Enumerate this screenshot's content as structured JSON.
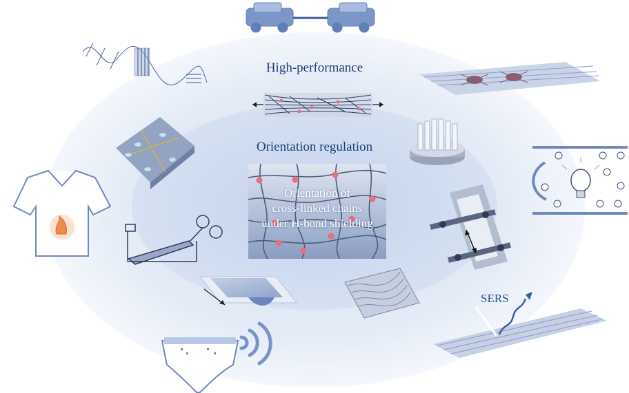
{
  "outer_ring": {
    "title": "High-performance"
  },
  "inner_ring": {
    "title": "Orientation regulation"
  },
  "center": {
    "lines": [
      "Orientation of",
      "cross-linked chains",
      "under H-bond shielding"
    ]
  },
  "icons": {
    "sers": {
      "label": "SERS"
    }
  },
  "colors": {
    "text": "#1f3d7a",
    "outer_ellipse": "#e4ecf7",
    "inner_ellipse": "#ccd9ee",
    "line_art": "#5f7fb8",
    "crosslink": "#e8707a"
  }
}
